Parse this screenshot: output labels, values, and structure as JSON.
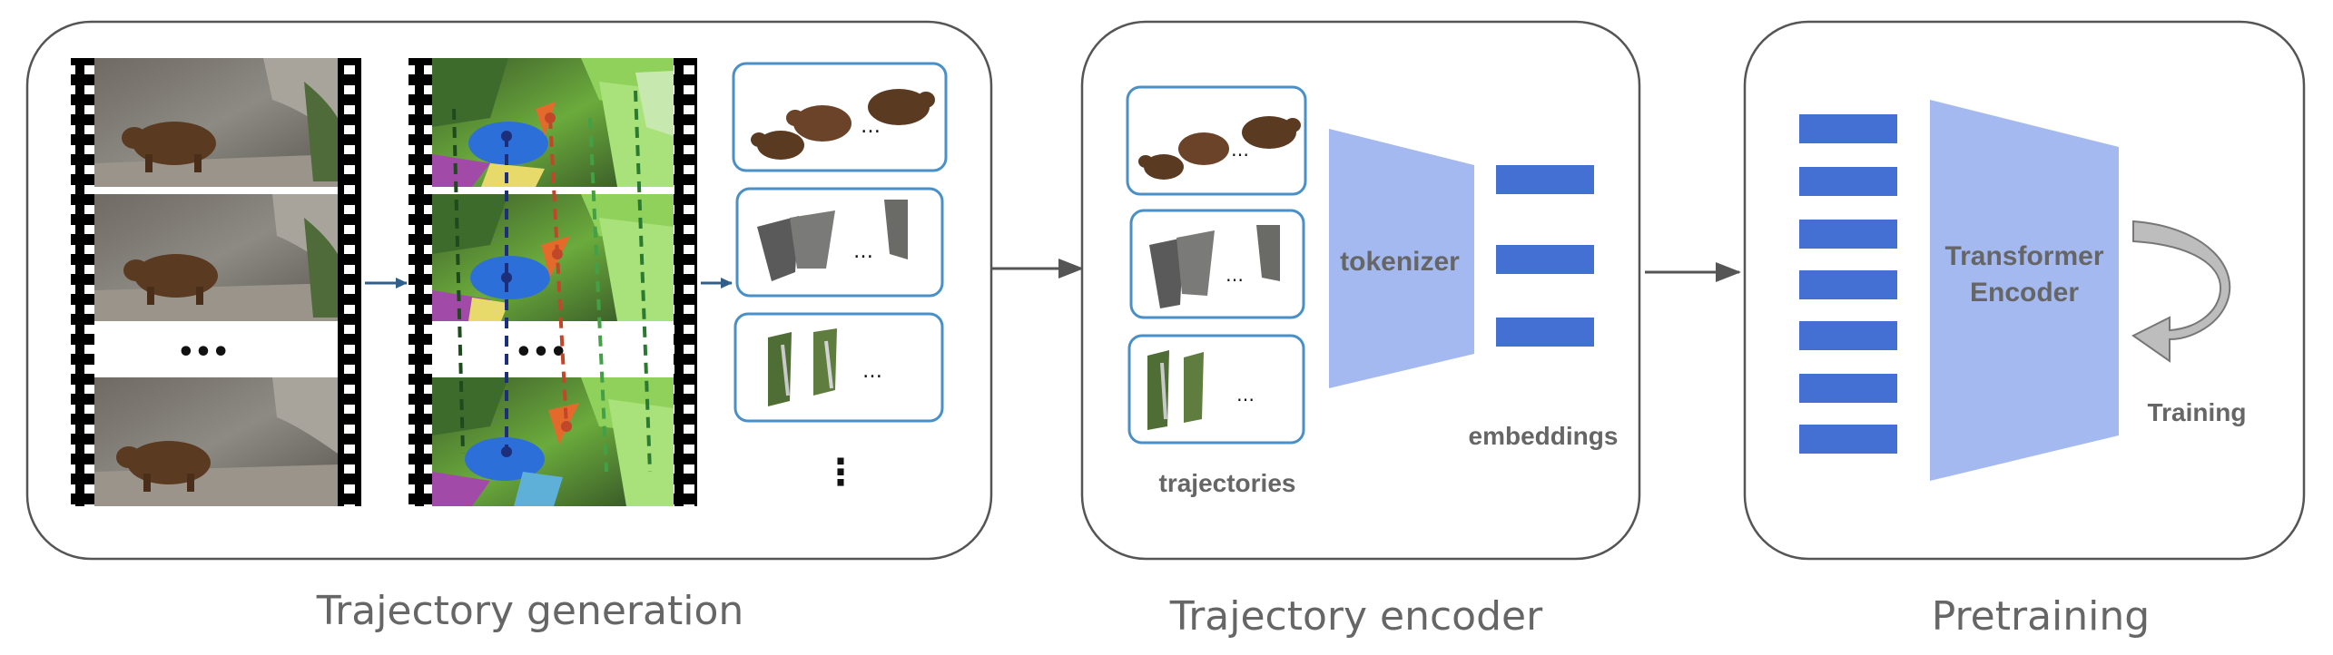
{
  "stages": [
    {
      "caption": "Trajectory generation"
    },
    {
      "caption": "Trajectory encoder"
    },
    {
      "caption": "Pretraining"
    }
  ],
  "generation": {
    "frame_ellipsis": "•••",
    "more_crops_ellipsis": "⋮",
    "crop_ellipsis": "…"
  },
  "encoder": {
    "tokenizer_label": "tokenizer",
    "embeddings_label": "embeddings",
    "trajectories_label": "trajectories",
    "crop_ellipsis": "…"
  },
  "pretraining": {
    "transformer_line1": "Transformer",
    "transformer_line2": "Encoder",
    "training_label": "Training"
  },
  "colors": {
    "panel_border": "#555555",
    "crop_border": "#4a90c8",
    "token_blue": "#4470d4",
    "trapezoid_blue": "#a3b9f0",
    "arrow_grey": "#555555",
    "arrow_small": "#2f5f8a",
    "loop_arrow": "#bdbdbd",
    "text_grey": "#666666"
  }
}
